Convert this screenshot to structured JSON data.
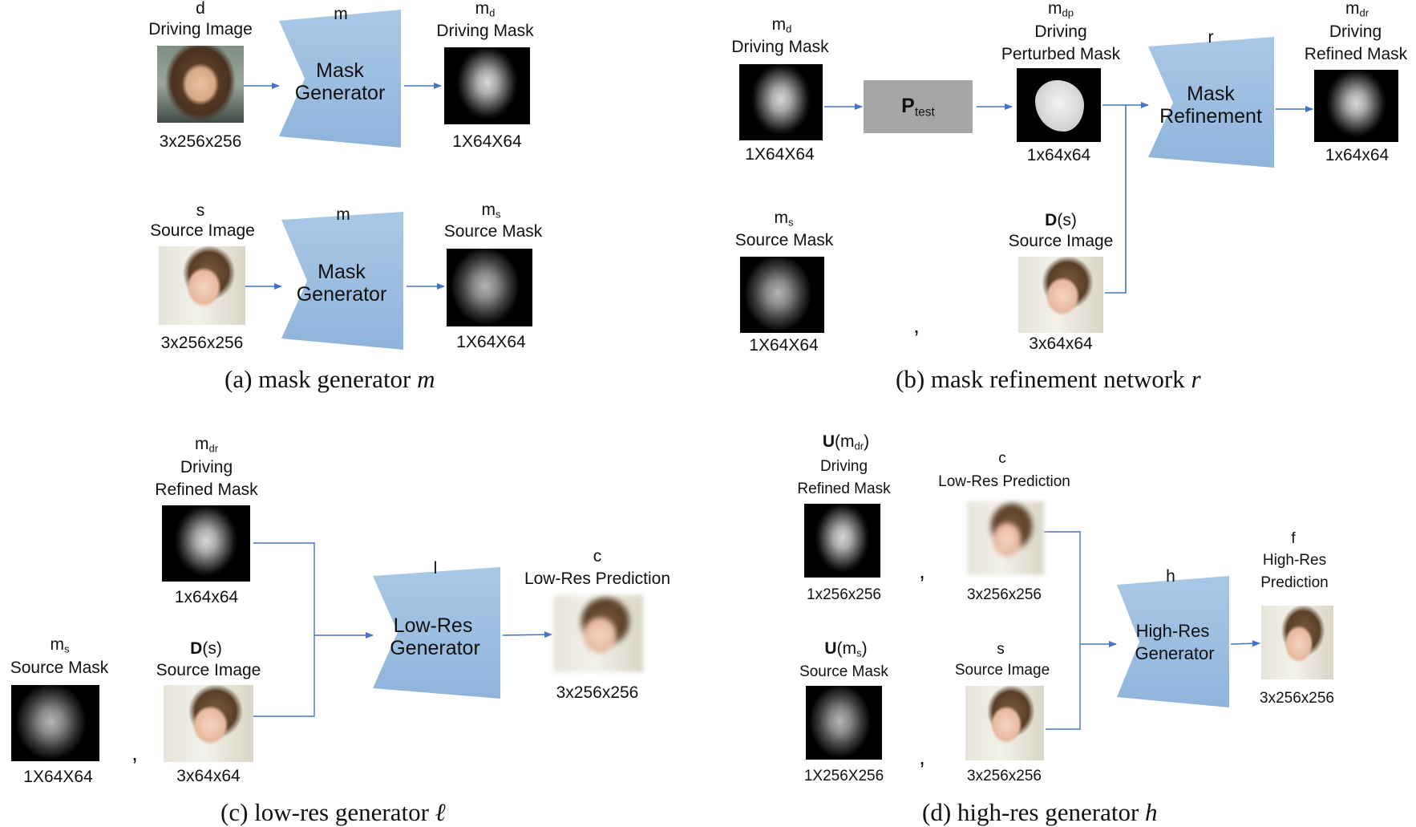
{
  "panel_a": {
    "driving": {
      "symbol": "d",
      "label": "Driving Image",
      "dims": "3x256x256"
    },
    "gen1": {
      "symbol": "m",
      "line1": "Mask",
      "line2": "Generator"
    },
    "driving_mask": {
      "symbol": "m",
      "symbol_sub": "d",
      "label": "Driving Mask",
      "dims": "1X64X64"
    },
    "source": {
      "symbol": "s",
      "label": "Source Image",
      "dims": "3x256x256"
    },
    "gen2": {
      "symbol": "m",
      "line1": "Mask",
      "line2": "Generator"
    },
    "source_mask": {
      "symbol": "m",
      "symbol_sub": "s",
      "label": "Source Mask",
      "dims": "1X64X64"
    },
    "caption": "(a) mask generator ",
    "caption_var": "m"
  },
  "panel_b": {
    "driving_mask": {
      "symbol": "m",
      "symbol_sub": "d",
      "label": "Driving Mask",
      "dims": "1X64X64"
    },
    "ptest": {
      "main": "P",
      "sub": "test"
    },
    "perturbed": {
      "symbol": "m",
      "symbol_sub": "dp",
      "line1": "Driving",
      "line2": "Perturbed Mask",
      "dims": "1x64x64"
    },
    "net": {
      "symbol": "r",
      "line1": "Mask",
      "line2": "Refinement"
    },
    "refined": {
      "symbol": "m",
      "symbol_sub": "dr",
      "line1": "Driving",
      "line2": "Refined Mask",
      "dims": "1x64x64"
    },
    "source_mask": {
      "symbol": "m",
      "symbol_sub": "s",
      "label": "Source Mask",
      "dims": "1X64X64"
    },
    "comma": ",",
    "source_img": {
      "symbol_bold": "D",
      "symbol_rest": "(s)",
      "label": "Source Image",
      "dims": "3x64x64"
    },
    "caption": "(b) mask refinement network ",
    "caption_var": "r"
  },
  "panel_c": {
    "refined": {
      "symbol": "m",
      "symbol_sub": "dr",
      "line1": "Driving",
      "line2": "Refined Mask",
      "dims": "1x64x64"
    },
    "source_mask": {
      "symbol": "m",
      "symbol_sub": "s",
      "label": "Source Mask",
      "dims": "1X64X64"
    },
    "comma": ",",
    "source_img": {
      "symbol_bold": "D",
      "symbol_rest": "(s)",
      "label": "Source Image",
      "dims": "3x64x64"
    },
    "net": {
      "symbol": "l",
      "line1": "Low-Res",
      "line2": "Generator"
    },
    "pred": {
      "symbol": "c",
      "label": "Low-Res Prediction",
      "dims": "3x256x256"
    },
    "caption": "(c) low-res generator ",
    "caption_var": "ℓ"
  },
  "panel_d": {
    "refined": {
      "symbol_bold": "U",
      "symbol_rest": "(m",
      "symbol_sub": "dr",
      "symbol_close": ")",
      "line1": "Driving",
      "line2": "Refined Mask",
      "dims": "1x256x256"
    },
    "comma1": ",",
    "lowres": {
      "symbol": "c",
      "label": "Low-Res Prediction",
      "dims": "3x256x256"
    },
    "source_mask": {
      "symbol_bold": "U",
      "symbol_rest": "(m",
      "symbol_sub": "s",
      "symbol_close": ")",
      "label": "Source Mask",
      "dims": "1X256X256"
    },
    "comma2": ",",
    "source_img": {
      "symbol": "s",
      "label": "Source Image",
      "dims": "3x256x256"
    },
    "net": {
      "symbol": "h",
      "line1": "High-Res",
      "line2": "Generator"
    },
    "pred": {
      "symbol": "f",
      "line1": "High-Res",
      "line2": "Prediction",
      "dims": "3x256x256"
    },
    "caption": "(d) high-res generator ",
    "caption_var": "h"
  },
  "colors": {
    "network_fill": "#9dbfe0",
    "arrow": "#4472c4",
    "ptest_fill": "#a6a6a6"
  }
}
